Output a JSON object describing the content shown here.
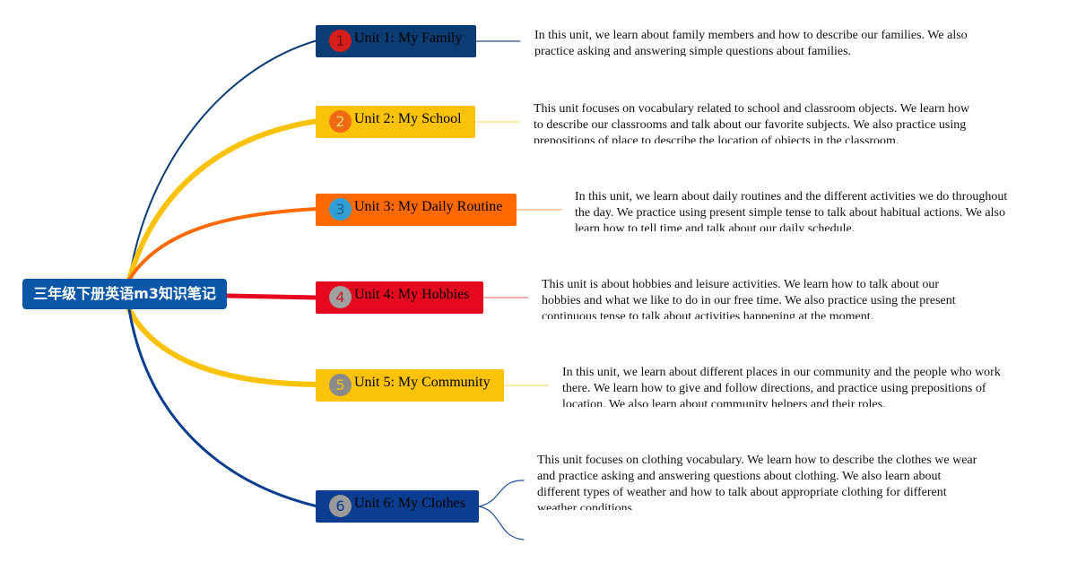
{
  "root": {
    "title": "三年级下册英语m3知识笔记",
    "color": "#0b56a6"
  },
  "units": [
    {
      "number": "1",
      "label": "Unit 1: My Family",
      "color": "#0b3c73",
      "badge_color": "#d7201b",
      "badge_text_color": "#7a0f0f",
      "description": "In this unit, we learn about family members and how to describe our families. We also practice asking and answering simple questions about families."
    },
    {
      "number": "2",
      "label": "Unit 2: My School",
      "color": "#fbc20a",
      "badge_color": "#f06a14",
      "badge_text_color": "#ffd37a",
      "description": "This unit focuses on vocabulary related to school and classroom objects. We learn how to describe our classrooms and talk about our favorite subjects. We also practice using prepositions of place to describe the location of objects in the classroom."
    },
    {
      "number": "3",
      "label": "Unit 3: My Daily Routine",
      "color": "#ff6a00",
      "badge_color": "#2f9fd6",
      "badge_text_color": "#1a5f88",
      "description": "In this unit, we learn about daily routines and the different activities we do throughout the day. We practice using present simple tense to talk about habitual actions. We also learn how to tell time and talk about our daily schedule."
    },
    {
      "number": "4",
      "label": "Unit 4: My Hobbies",
      "color": "#e6081f",
      "badge_color": "#a0a0a0",
      "badge_text_color": "#c41a26",
      "description": "This unit is about hobbies and leisure activities. We learn how to talk about our hobbies and what we like to do in our free time. We also practice using the present continuous tense to talk about activities happening at the moment."
    },
    {
      "number": "5",
      "label": "Unit 5: My Community",
      "color": "#fbc20a",
      "badge_color": "#8a8a8a",
      "badge_text_color": "#f2c30d",
      "description": "In this unit, we learn about different places in our community and the people who work there. We learn how to give and follow directions, and practice using prepositions of location. We also learn about community helpers and their roles."
    },
    {
      "number": "6",
      "label": "Unit 6: My Clothes",
      "color": "#0a3d8f",
      "badge_color": "#9a9a9a",
      "badge_text_color": "#0a3d8f",
      "description": "This unit focuses on clothing vocabulary. We learn how to describe the clothes we wear and practice asking and answering questions about clothing. We also learn about different types of weather and how to talk about appropriate clothing for different weather conditions."
    }
  ]
}
